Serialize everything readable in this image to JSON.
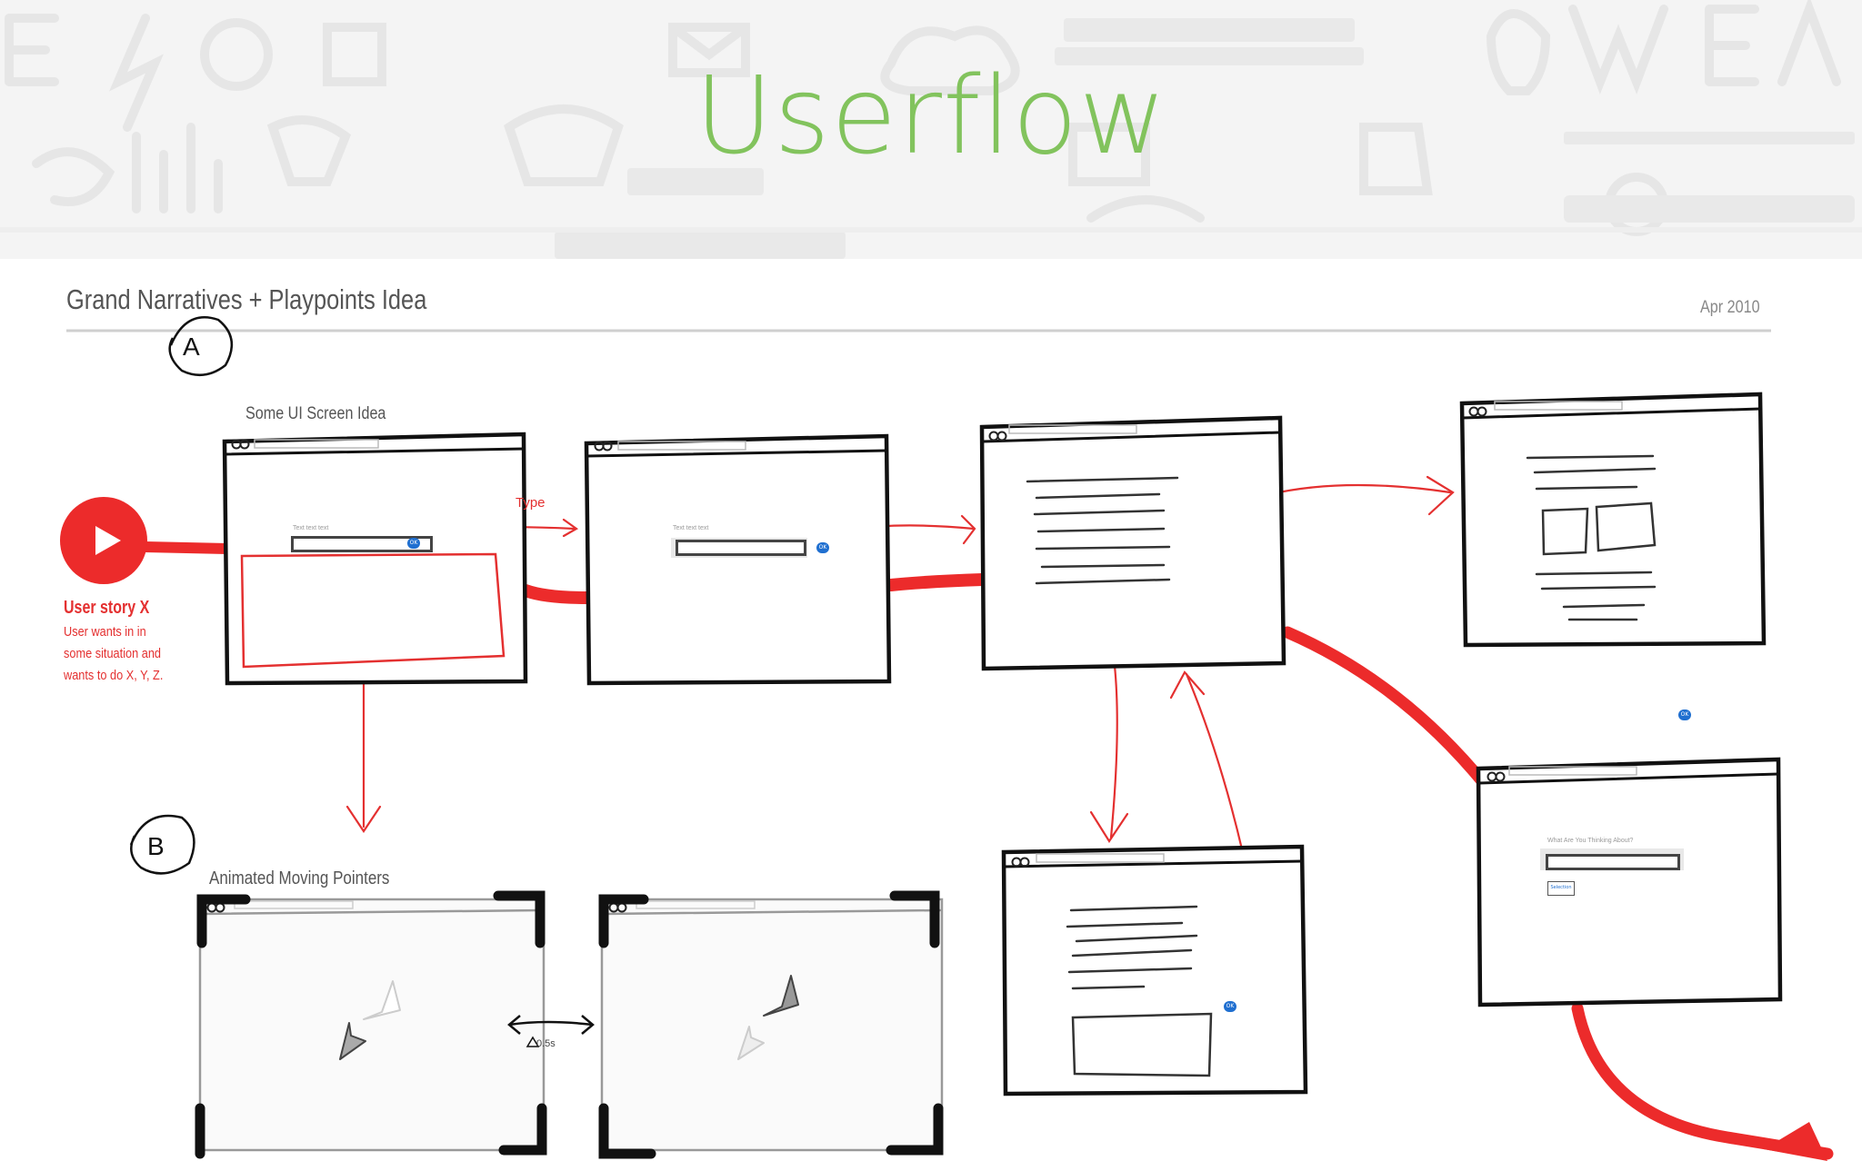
{
  "slide": {
    "title": "Userflow"
  },
  "sheet": {
    "title": "Grand Narratives + Playpoints Idea",
    "date": "Apr 2010"
  },
  "section_a": {
    "marker": "A",
    "label": "Some UI Screen Idea"
  },
  "section_b": {
    "marker": "B",
    "label": "Animated Moving Pointers"
  },
  "user_story": {
    "title": "User story X",
    "body": "User wants in in\nsome situation and\nwants to do X, Y, Z."
  },
  "annotations": {
    "type": "Type",
    "timing": "0.5s",
    "field_label": "Text text text",
    "question_label": "What Are You Thinking About?",
    "select_label": "Selection",
    "ok": "OK"
  },
  "colors": {
    "accent_green": "#82c35d",
    "flow_red": "#ec2b2b",
    "ink": "#111111",
    "ok_blue": "#1f6fd0"
  },
  "icons": [
    "play-icon",
    "window-controls-icon",
    "pointer-arrow-icon"
  ]
}
